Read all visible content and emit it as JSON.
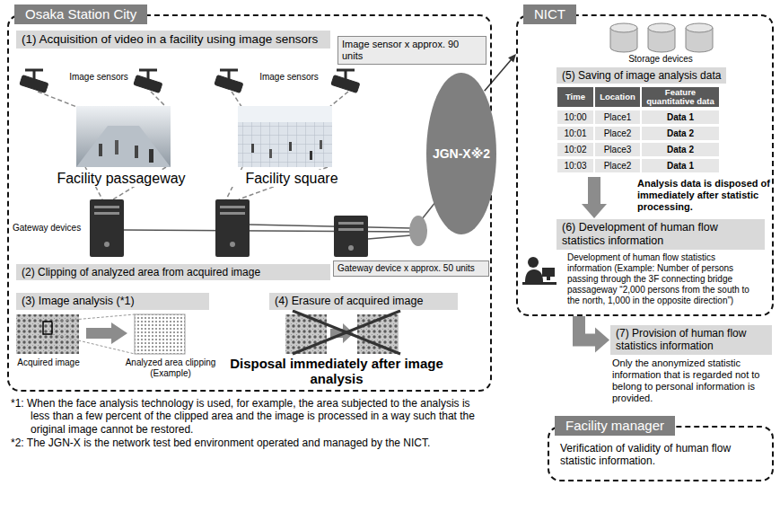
{
  "diagram": {
    "nodes": [
      {
        "text": [
          "Osaka Station City"
        ]
      },
      {
        "text": [
          "(1) Acquisition of video in a facility using image sensors"
        ],
        "in": 0
      },
      {
        "text": [
          "Image sensor x approx. 90 units"
        ],
        "in": 0
      },
      {
        "text": [
          "(2) Clipping of analyzed area from acquired image"
        ],
        "in": 0
      },
      {
        "text": [
          "Gateway device x approx. 50 units"
        ],
        "in": 0
      },
      {
        "text": [
          "(3) Image analysis (*1)"
        ],
        "in": 0
      },
      {
        "text": [
          "(4) Erasure of acquired image"
        ],
        "in": 0
      },
      {
        "text": [
          "JGN-X※2"
        ]
      },
      {
        "text": [
          "NICT"
        ]
      },
      {
        "text": [
          "(5) Saving of image analysis data"
        ],
        "in": 8
      },
      {
        "text": [
          "(6) Development of human flow statistics information",
          "Development of human flow statistics information (Example: Number of persons passing through the 3F connecting bridge passageway “2,000 persons from the south to the north, 1,000 in the opposite direction”)"
        ],
        "in": 8
      },
      {
        "text": [
          "(7) Provision of human flow statistics information",
          "Only the anonymized statistic information that is regarded not to belong to personal information is provided."
        ]
      },
      {
        "text": [
          "Facility manager",
          "Verification of validity of human flow statistic information."
        ]
      }
    ],
    "edges": [
      {
        "from": 7,
        "to": 8,
        "arrow": "to"
      },
      {
        "from": 9,
        "to": 10,
        "arrow": "to"
      },
      {
        "from": 8,
        "to": 11,
        "arrow": "to"
      }
    ],
    "labels": [
      "Image sensors",
      "Image sensors",
      "Facility passageway",
      "Facility square",
      "Gateway devices",
      "Acquired image",
      "Analyzed area clipping (Example)",
      "Disposal immediately after image analysis",
      "*1: When the face analysis technology is used, for example, the area subjected to the analysis is less than a few percent of the clipped area and the image is processed in a way such that the original image cannot be restored.",
      "*2: The JGN-X is the network test bed environment operated and managed by the NICT.",
      "Storage devices",
      "Time",
      "Location",
      "Feature quantitative data",
      "10:00",
      "Place1",
      "Data 1",
      "10:01",
      "Place2",
      "Data 2",
      "10:02",
      "Place3",
      "Data 2",
      "10:03",
      "Place2",
      "Data 1",
      "Analysis data is disposed of immediately after statistic processing."
    ]
  }
}
